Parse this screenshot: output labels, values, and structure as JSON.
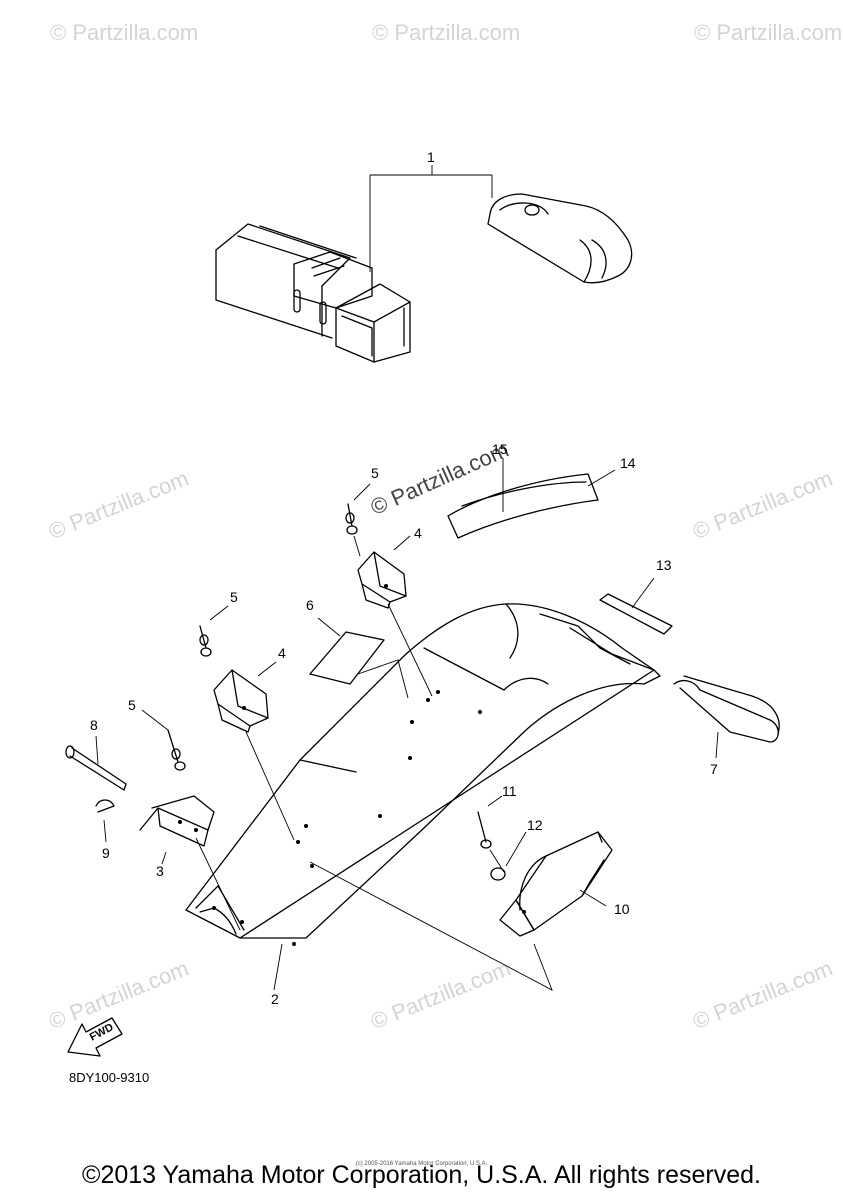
{
  "callouts": {
    "c1": "1",
    "c2": "2",
    "c3": "3",
    "c4a": "4",
    "c4b": "4",
    "c5a": "5",
    "c5b": "5",
    "c5c": "5",
    "c6": "6",
    "c7": "7",
    "c8": "8",
    "c9": "9",
    "c10": "10",
    "c11": "11",
    "c12": "12",
    "c13": "13",
    "c14": "14",
    "c15": "15"
  },
  "direction_label": "FWD",
  "part_code": "8DY100-9310",
  "copyright": "©2013 Yamaha Motor Corporation, U.S.A. All rights reserved.",
  "tiny_copyright": "(c) 2005-2016 Yamaha Motor Corporation, U.S.A.",
  "watermark": {
    "text": "© Partzilla.com",
    "prominent_text": "© Partzilla.com",
    "color": "#d4d4d4"
  }
}
